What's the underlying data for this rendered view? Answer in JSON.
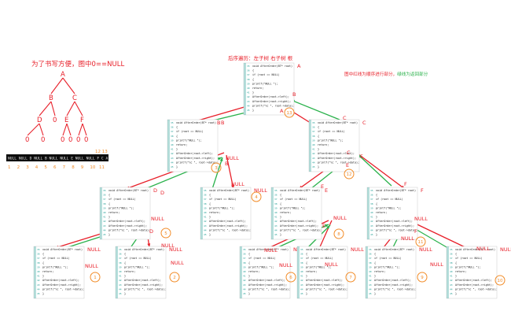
{
  "title_note": "为了书写方便，图中0==NULL",
  "traversal_title": "后序遍历：左子树 右子树 根",
  "legend": {
    "red_part": "图中红线为顺序进行部分，",
    "green_part": "绿线为返回部分"
  },
  "tree": {
    "nodes": [
      {
        "id": "A",
        "label": "A"
      },
      {
        "id": "B",
        "label": "B"
      },
      {
        "id": "C",
        "label": "C"
      },
      {
        "id": "D",
        "label": "D"
      },
      {
        "id": "E",
        "label": "E"
      },
      {
        "id": "F",
        "label": "F"
      },
      {
        "id": "n1",
        "label": "0"
      },
      {
        "id": "n2",
        "label": "0"
      },
      {
        "id": "n3",
        "label": "0"
      },
      {
        "id": "n4",
        "label": "0"
      },
      {
        "id": "n5",
        "label": "0"
      },
      {
        "id": "n6",
        "label": "0"
      },
      {
        "id": "n7",
        "label": "0"
      }
    ],
    "edges": [
      [
        "A",
        "B"
      ],
      [
        "A",
        "C"
      ],
      [
        "B",
        "D"
      ],
      [
        "C",
        "E"
      ],
      [
        "C",
        "F"
      ],
      [
        "D",
        "n1"
      ],
      [
        "D",
        "n2"
      ],
      [
        "B",
        "n3"
      ],
      [
        "E",
        "n4"
      ],
      [
        "E",
        "n5"
      ],
      [
        "F",
        "n6"
      ],
      [
        "F",
        "n7"
      ]
    ]
  },
  "console": {
    "text": "NULL NULL D NULL B NULL NULL E NULL NULL F C A",
    "top_labels": "12 13",
    "bottom_labels": [
      "1",
      "2",
      "3",
      "4",
      "5",
      "6",
      "7",
      "8",
      "9",
      "10",
      "11"
    ]
  },
  "code_block": {
    "lines": [
      "void AfterOrder(BT* root)",
      "{",
      "  if (root == NULL)",
      "  {",
      "    printf(\"NULL \");",
      "    return;",
      "  }",
      "  AfterOrder(root->left);",
      "  AfterOrder(root->right);",
      "  printf(\"%c \", root->data);",
      "}"
    ],
    "line_numbers": [
      "35",
      "36",
      "37",
      "38",
      "39",
      "40",
      "41",
      "42",
      "43",
      "44",
      "45"
    ]
  },
  "frames": [
    {
      "node": "A",
      "label": "A"
    },
    {
      "node": "B",
      "label": "B"
    },
    {
      "node": "C",
      "label": "C"
    },
    {
      "node": "D",
      "label": "D"
    },
    {
      "node": "null_B_right",
      "label": "NULL"
    },
    {
      "node": "E",
      "label": "E"
    },
    {
      "node": "F",
      "label": "F"
    },
    {
      "node": "null_D_left",
      "label": "NULL"
    },
    {
      "node": "null_D_right",
      "label": "NULL"
    },
    {
      "node": "null_E_left",
      "label": "NULL"
    },
    {
      "node": "null_E_right",
      "label": "NULL"
    },
    {
      "node": "null_F_left",
      "label": "NULL"
    },
    {
      "node": "null_F_right",
      "label": "NULL"
    }
  ],
  "step_markers": [
    "1",
    "2",
    "3",
    "4",
    "5",
    "6",
    "7",
    "8",
    "9",
    "10",
    "11",
    "12",
    "13"
  ],
  "edge_labels": {
    "A": "A",
    "B": "B",
    "C": "C",
    "D": "D",
    "E": "E",
    "F": "F",
    "null": "NULL"
  },
  "colors": {
    "red": "#e8202a",
    "green": "#2bb24c",
    "orange": "#f28c28",
    "console_bg": "#0c0c0c",
    "console_fg": "#e6e6e6",
    "frame_border": "#c9c9c9"
  }
}
